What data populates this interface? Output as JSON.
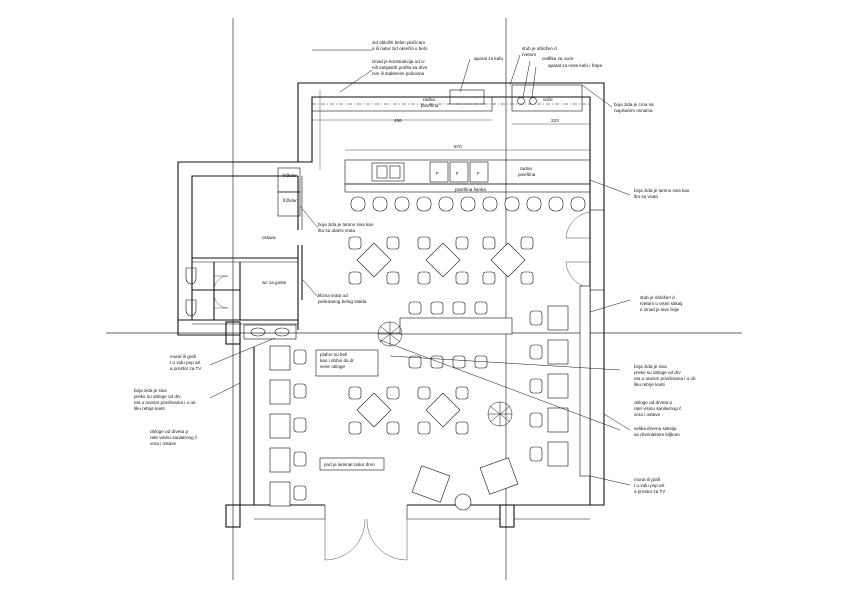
{
  "notes": {
    "wall_finish": "zid obložiti belim pločicama ili natur zid okrečiti u belo",
    "construction": "iznad je konstrukcija od crnih kutijastih profila sa drvenim ili staklenim policama",
    "coffee_machine": "aparat za kafu",
    "pillar_wood": "stub je obložen drvetom",
    "juicer": "ceđilka za voće",
    "frappe_machine": "aparat za ness kafu i frape",
    "black_board": "boja zida je crna sa napisanim osnama",
    "wall_grey_bar": "boja zida je tamno siva kao što su vrata",
    "wall_grey_door": "boja zida je tamno siva kao što su ulazni vrata",
    "glass_door": "klizna vrata od peskiranog belog stakla",
    "pillar_wood_base": "stub je obložen drvetom u visini sakaije iznad je sive boje",
    "ceiling": "plafon su beli kao i doboi do drvene obloge",
    "mural_left": "mural ili grafit u vidu pop arta prostor za TV",
    "wall_wood_left": "boja zida je siva preko su obloge od drveta u ravnim povrlinama i u obliku rebrje kosti",
    "cladding_left": "obloge od drveta prate visinu sanitarnog čvora i ostave",
    "wall_wood_right": "boja zida je siva preko su obloge od drveta u ravnim povrlinama i u obliku rebrje kosti",
    "cladding_right": "obloge od drveta prate visinu sanitarnog čvora i ostave",
    "large_planter": "velika drvena saksija sa drvenastom biljkom",
    "floor": "pod je laminat natur drvo",
    "mural_right": "mural ili grafit u vidu pop arta prostor za TV"
  },
  "labels": {
    "work_surface_top": "radna površina",
    "fruit": "voće",
    "fridge_1": "frižider",
    "fridge_2": "frižider",
    "work_surface_bar": "radna površina",
    "bar_surface": "površina šanka",
    "storage": "ostava",
    "wc": "wc za goste",
    "f1": "F",
    "f2": "F",
    "f3": "F"
  },
  "dimensions": {
    "d1": "496",
    "d2": "223",
    "d3": "870"
  }
}
